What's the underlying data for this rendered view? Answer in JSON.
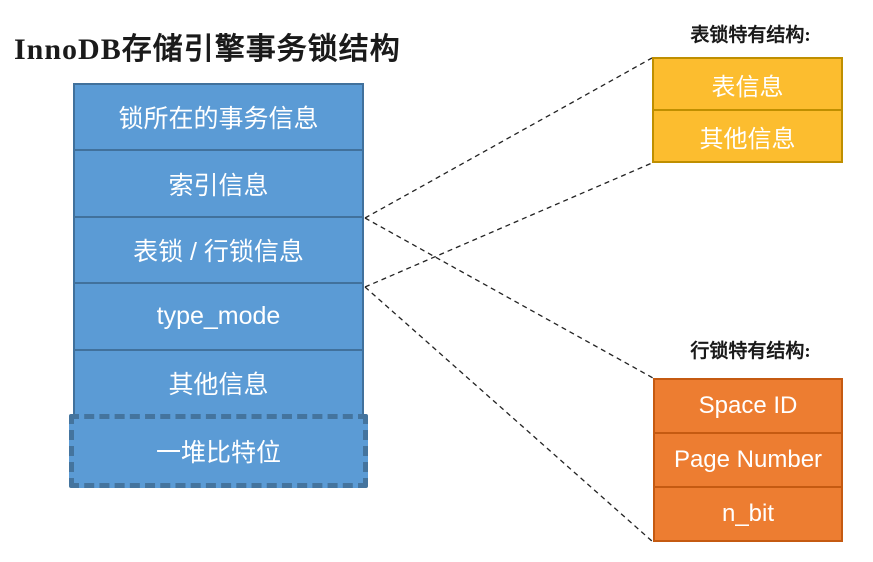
{
  "title": "InnoDB存储引擎事务锁结构",
  "colors": {
    "blue_fill": "#5B9BD5",
    "blue_border": "#41719C",
    "yellow_fill": "#FCBD2F",
    "yellow_border": "#BF8F00",
    "orange_fill": "#ED7D31",
    "orange_border": "#C55A11",
    "connector": "#222222"
  },
  "lock_structure": {
    "rows": [
      {
        "label": "锁所在的事务信息"
      },
      {
        "label": "索引信息"
      },
      {
        "label": "表锁 / 行锁信息"
      },
      {
        "label": "type_mode"
      },
      {
        "label": "其他信息"
      }
    ],
    "dashed_row": {
      "label": "一堆比特位"
    }
  },
  "table_lock": {
    "heading": "表锁特有结构:",
    "rows": [
      {
        "label": "表信息"
      },
      {
        "label": "其他信息"
      }
    ]
  },
  "row_lock": {
    "heading": "行锁特有结构:",
    "rows": [
      {
        "label": "Space ID"
      },
      {
        "label": "Page Number"
      },
      {
        "label": "n_bit"
      }
    ]
  }
}
